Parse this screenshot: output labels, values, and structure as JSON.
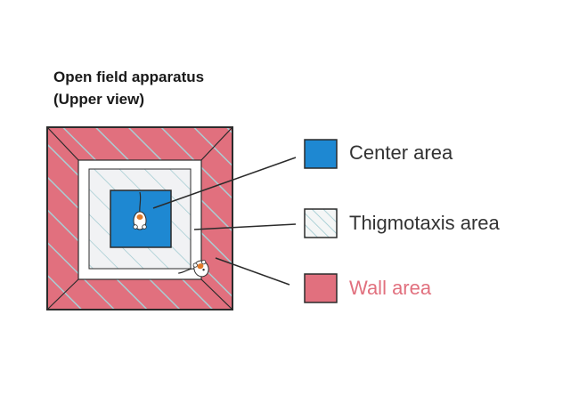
{
  "title": {
    "line1": "Open field apparatus",
    "line2": "(Upper view)"
  },
  "legend": [
    {
      "label": "Center area",
      "pattern": "solid",
      "color": "#1e88d2"
    },
    {
      "label": "Thigmotaxis area",
      "pattern": "hatched",
      "color": "#9cc9cf"
    },
    {
      "label": "Wall area",
      "pattern": "hatched",
      "color": "#e1707e"
    }
  ],
  "colors": {
    "center": "#1e88d2",
    "thigmotaxis_fill": "#f1f2f4",
    "thigmotaxis_hatch": "#9cc9cf",
    "wall_fill": "#e1707e",
    "wall_hatch": "#aacdd3",
    "border": "#2b2b2b",
    "wall_label": "#e1707e",
    "label": "#333333"
  },
  "icons": {
    "mouse_center": "mouse-icon",
    "mouse_corner": "mouse-icon"
  }
}
